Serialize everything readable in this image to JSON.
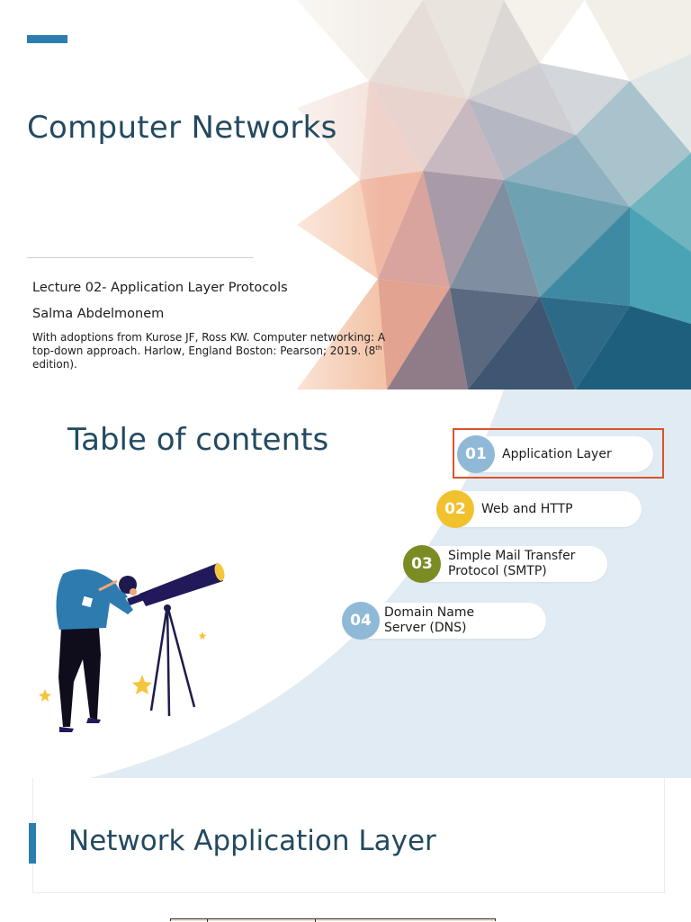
{
  "slide1": {
    "title": "Computer Networks",
    "lecture": "Lecture 02- Application Layer Protocols",
    "author": "Salma Abdelmonem",
    "credit_before": "With adoptions from Kurose JF, Ross KW. Computer networking: A top-down approach. Harlow, England Boston: Pearson; 2019. (8",
    "credit_sup": "th",
    "credit_after": " edition)."
  },
  "slide2": {
    "title": "Table of contents",
    "items": [
      {
        "num": "01",
        "label": "Application Layer",
        "color": "#8fb9d6"
      },
      {
        "num": "02",
        "label": "Web and HTTP",
        "color": "#f2c12e"
      },
      {
        "num": "03",
        "label": "Simple Mail Transfer Protocol (SMTP)",
        "color": "#7a8c23"
      },
      {
        "num": "04",
        "label": "Domain Name Server (DNS)",
        "color": "#8fb9d6"
      }
    ],
    "highlighted_item": "01"
  },
  "slide3": {
    "title": "Network Application Layer"
  },
  "colors": {
    "accent": "#2a7fae",
    "title": "#234a60",
    "highlight": "#d9532b",
    "panel": "#e1ebf3"
  }
}
